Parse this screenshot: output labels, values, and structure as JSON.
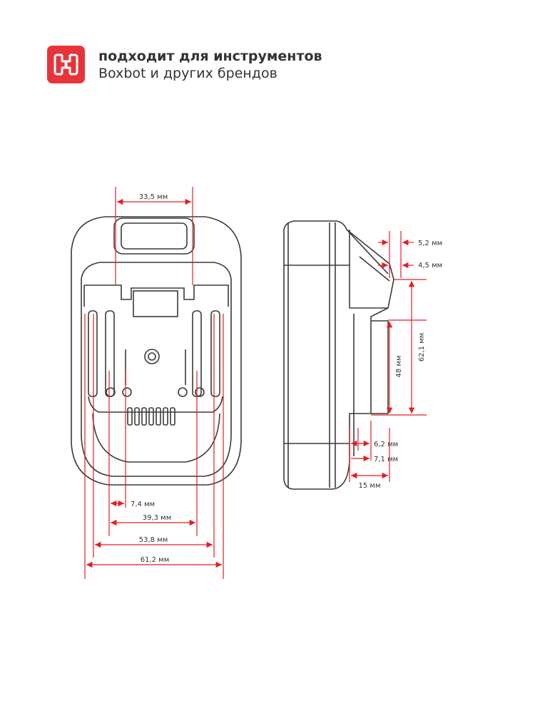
{
  "header": {
    "title_line1": "подходит для инструментов",
    "title_line2": "Boxbot и других брендов",
    "logo_icon": "boxbot-logo-icon",
    "logo_color": "#e8333b"
  },
  "colors": {
    "outline": "#3a3a3a",
    "dimension": "#e31e24",
    "text": "#333333"
  },
  "dimensions": {
    "top_width": "33,5 мм",
    "d7_4": "7,4 мм",
    "d39_3": "39,3 мм",
    "d53_8": "53,8 мм",
    "d61_2": "61,2 мм",
    "d5_2": "5,2 мм",
    "d4_5": "4,5 мм",
    "d62_1": "62,1 мм",
    "d48": "48 мм",
    "d6_2": "6,2 мм",
    "d7_1": "7,1 мм",
    "d15": "15 мм"
  }
}
